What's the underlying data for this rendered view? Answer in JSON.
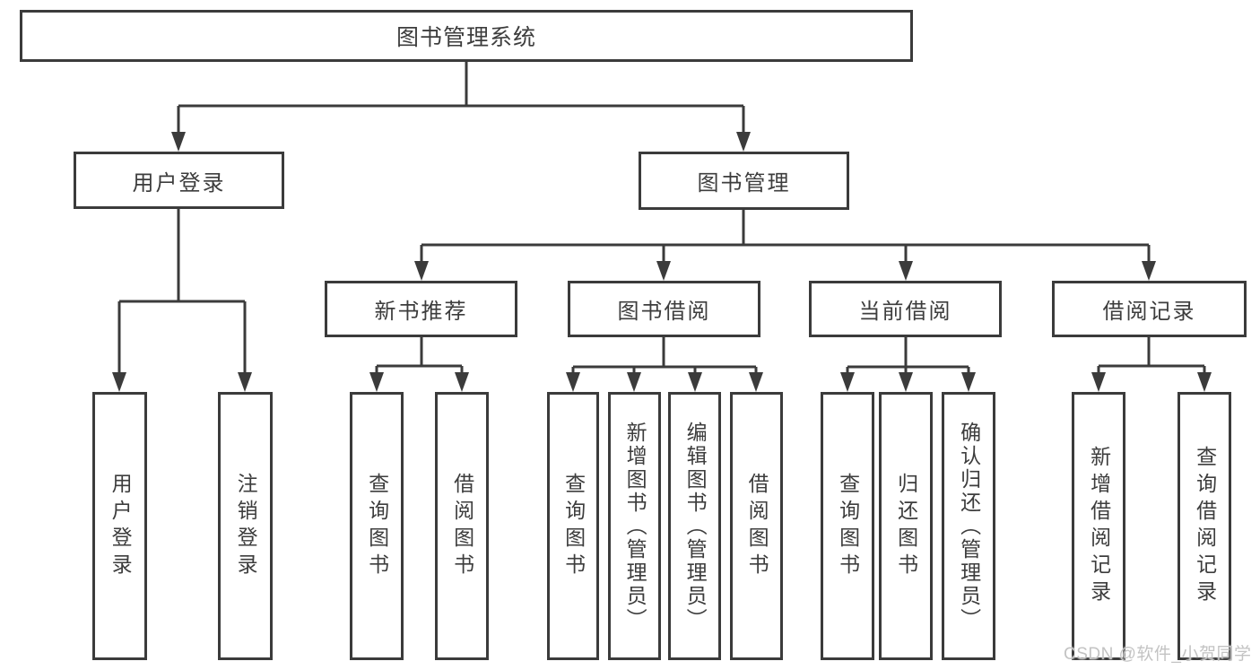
{
  "tree": {
    "root": {
      "label": "图书管理系统"
    },
    "children": [
      {
        "label": "用户登录",
        "children": [
          {
            "label": "用户登录"
          },
          {
            "label": "注销登录"
          }
        ]
      },
      {
        "label": "图书管理",
        "children": [
          {
            "label": "新书推荐",
            "children": [
              {
                "label": "查询图书"
              },
              {
                "label": "借阅图书"
              }
            ]
          },
          {
            "label": "图书借阅",
            "children": [
              {
                "label": "查询图书"
              },
              {
                "label": "新增图书（管理员）"
              },
              {
                "label": "编辑图书（管理员）"
              },
              {
                "label": "借阅图书"
              }
            ]
          },
          {
            "label": "当前借阅",
            "children": [
              {
                "label": "查询图书"
              },
              {
                "label": "归还图书"
              },
              {
                "label": "确认归还（管理员）"
              }
            ]
          },
          {
            "label": "借阅记录",
            "children": [
              {
                "label": "新增借阅记录"
              },
              {
                "label": "查询借阅记录"
              }
            ]
          }
        ]
      }
    ]
  },
  "watermark": {
    "text": "CSDN @软件_小贺同学"
  },
  "colors": {
    "line": "#3b3b3b",
    "text": "#3d3d3d",
    "background": "#ffffff",
    "watermark": "#c3c3c3"
  }
}
